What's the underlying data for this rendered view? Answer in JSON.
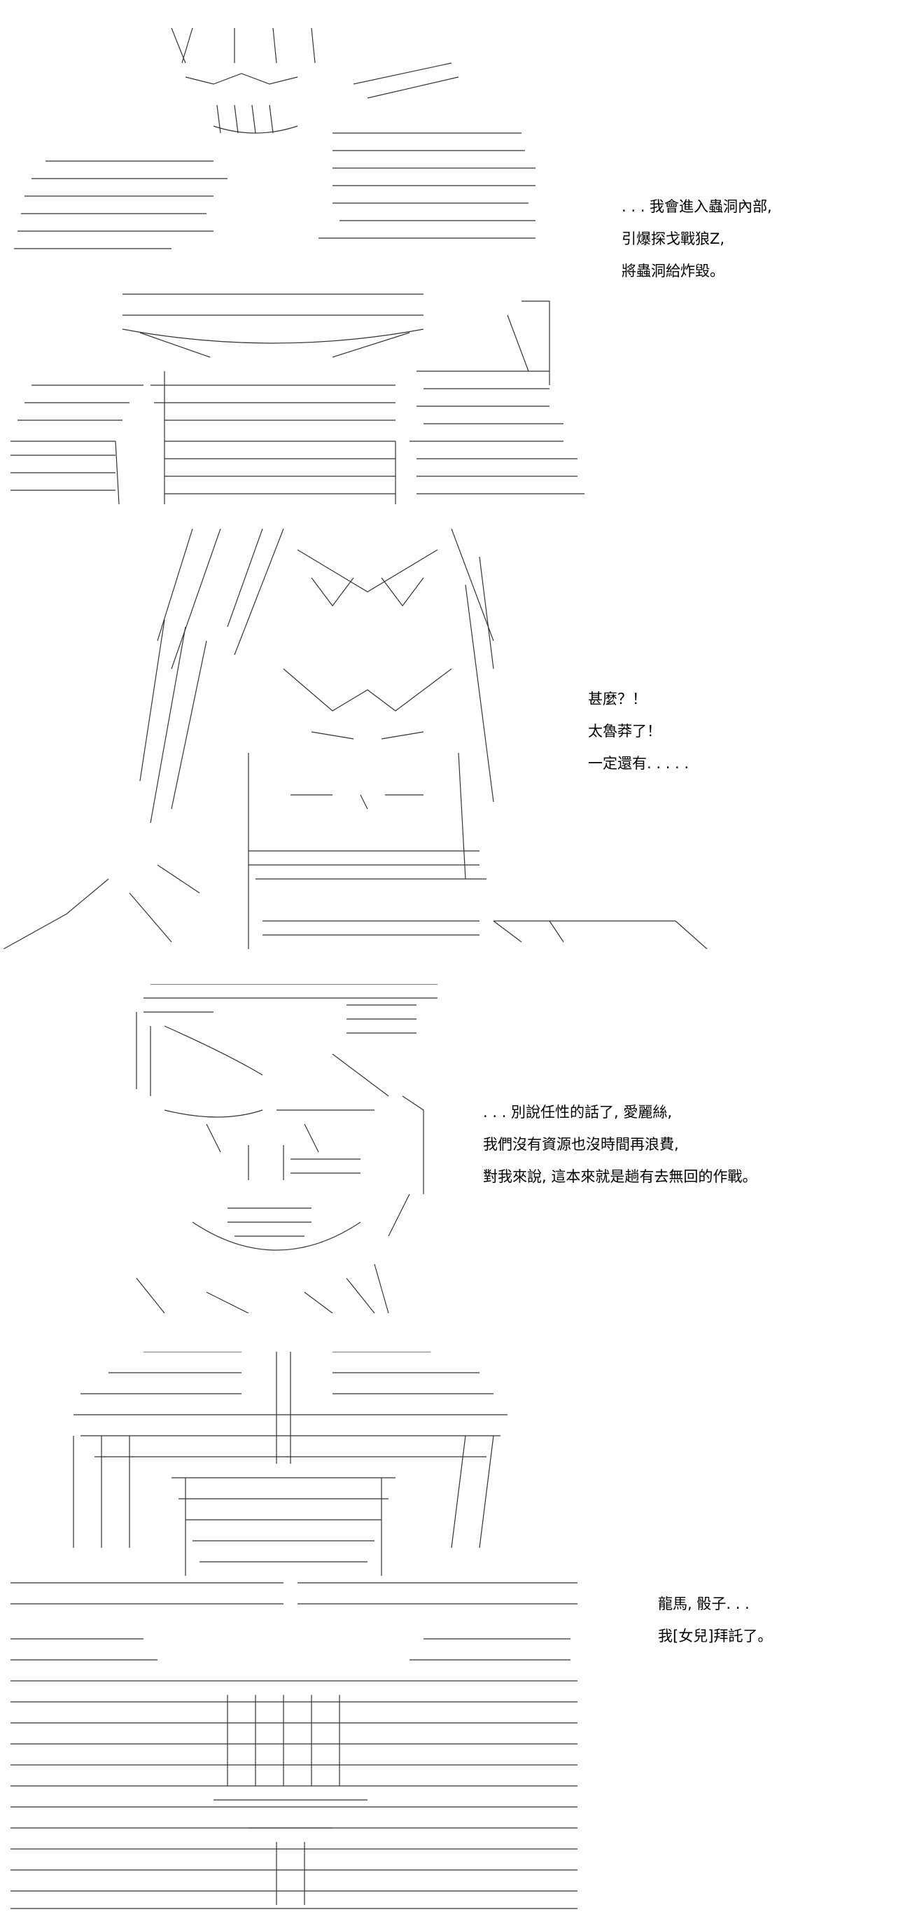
{
  "panels": [
    {
      "art": "ascii-art-figure",
      "lines": [
        ". . . 我會進入蟲洞內部,",
        "引爆探戈戰狼Z,",
        "將蟲洞給炸毀。"
      ]
    },
    {
      "art": "ascii-art-figure",
      "lines": [
        "甚麼？！",
        "太魯莽了！",
        "一定還有. . . . ."
      ]
    },
    {
      "art": "ascii-art-figure",
      "lines": [
        ". . . 別說任性的話了, 愛麗絲,",
        "我們沒有資源也沒時間再浪費,",
        "對我來說, 這本來就是趟有去無回的作戰。"
      ]
    },
    {
      "art": "ascii-art-figure",
      "lines": [
        "龍馬, 骰子. . .",
        "我[女兒]拜託了。"
      ]
    }
  ]
}
